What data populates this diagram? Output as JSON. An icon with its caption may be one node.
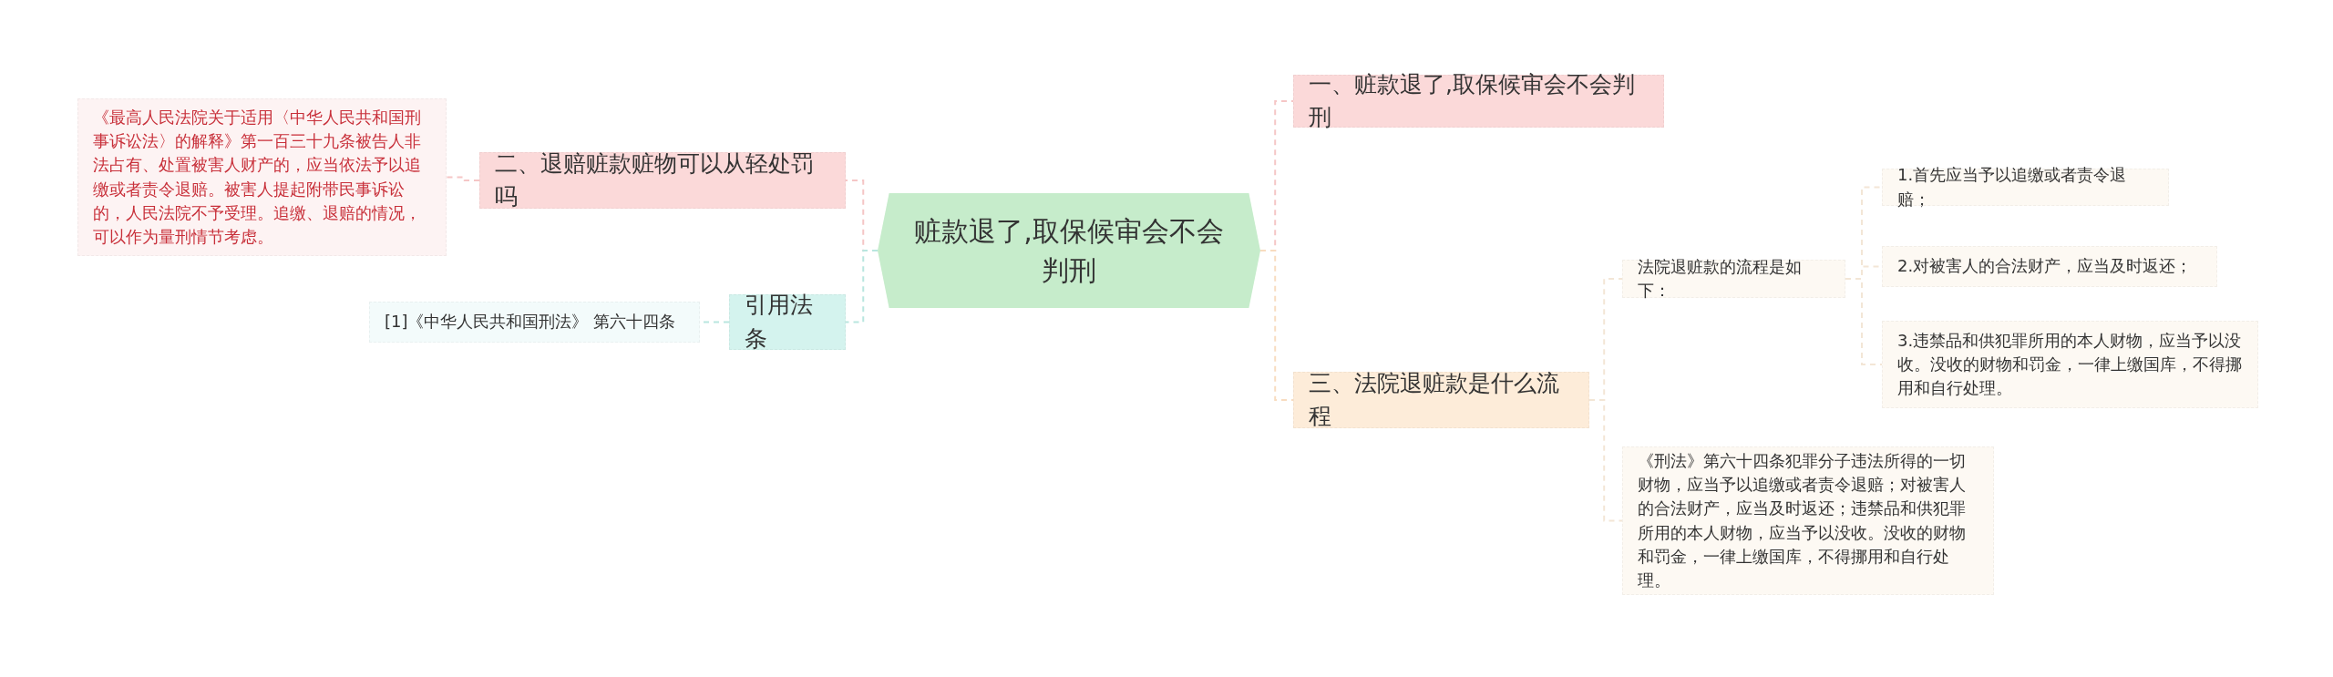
{
  "diagram": {
    "nodes": [
      {
        "text": [
          "赃款退了,取保候审会不会判刑"
        ]
      },
      {
        "text": [
          "一、赃款退了,取保候审会不会判刑"
        ]
      },
      {
        "text": [
          "二、退赔赃款赃物可以从轻处罚吗"
        ]
      },
      {
        "text": [
          "《最高人民法院关于适用〈中华人民共和国刑事诉讼法〉的解释》第一百三十九条被告人非法占有、处置被害人财产的，应当依法予以追缴或者责令退赔。被害人提起附带民事诉讼的，人民法院不予受理。追缴、退赔的情况，可以作为量刑情节考虑。"
        ]
      },
      {
        "text": [
          "引用法条"
        ]
      },
      {
        "text": [
          "[1]《中华人民共和国刑法》 第六十四条"
        ]
      },
      {
        "text": [
          "三、法院退赃款是什么流程"
        ]
      },
      {
        "text": [
          "法院退赃款的流程是如下："
        ]
      },
      {
        "text": [
          "1.首先应当予以追缴或者责令退赔；"
        ]
      },
      {
        "text": [
          "2.对被害人的合法财产，应当及时返还；"
        ]
      },
      {
        "text": [
          "3.违禁品和供犯罪所用的本人财物，应当予以没收。没收的财物和罚金，一律上缴国库，不得挪用和自行处理。"
        ]
      },
      {
        "text": [
          "《刑法》第六十四条犯罪分子违法所得的一切财物，应当予以追缴或者责令退赔；对被害人的合法财产，应当及时返还；违禁品和供犯罪所用的本人财物，应当予以没收。没收的财物和罚金，一律上缴国库，不得挪用和自行处理。"
        ]
      }
    ],
    "edges": [
      {
        "from": 0,
        "to": 1,
        "arrow": "none",
        "style": "dashed",
        "color": "#f5c6c6"
      },
      {
        "from": 0,
        "to": 2,
        "arrow": "none",
        "style": "dashed",
        "color": "#f5c6c6"
      },
      {
        "from": 2,
        "to": 3,
        "arrow": "none",
        "style": "dashed",
        "color": "#f5c6c6"
      },
      {
        "from": 0,
        "to": 4,
        "arrow": "none",
        "style": "dashed",
        "color": "#b9e6df"
      },
      {
        "from": 4,
        "to": 5,
        "arrow": "none",
        "style": "dashed",
        "color": "#b9e6df"
      },
      {
        "from": 0,
        "to": 6,
        "arrow": "none",
        "style": "dashed",
        "color": "#f8dcc0"
      },
      {
        "from": 6,
        "to": 7,
        "arrow": "none",
        "style": "dashed",
        "color": "#f3e6d6"
      },
      {
        "from": 6,
        "to": 11,
        "arrow": "none",
        "style": "dashed",
        "color": "#f3e6d6"
      },
      {
        "from": 7,
        "to": 8,
        "arrow": "none",
        "style": "dashed",
        "color": "#f3e6d6"
      },
      {
        "from": 7,
        "to": 9,
        "arrow": "none",
        "style": "dashed",
        "color": "#f3e6d6"
      },
      {
        "from": 7,
        "to": 10,
        "arrow": "none",
        "style": "dashed",
        "color": "#f3e6d6"
      }
    ]
  }
}
